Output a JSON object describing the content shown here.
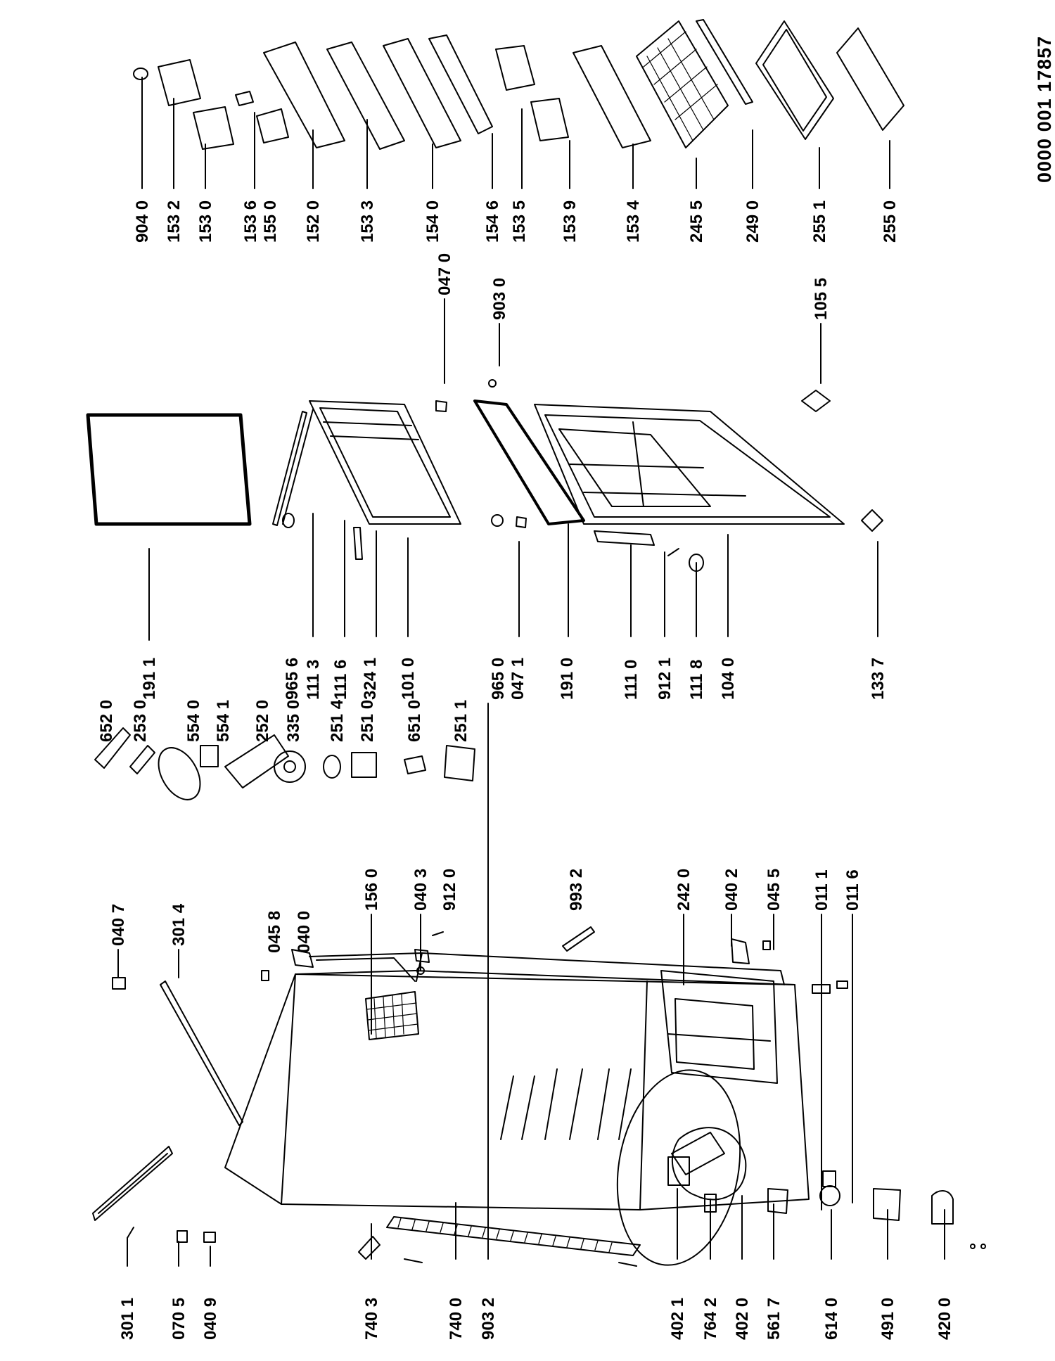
{
  "document_number": "0000 001 17857",
  "parts": [
    {
      "id": "p-301-1",
      "label": "301 1"
    },
    {
      "id": "p-070-5",
      "label": "070 5"
    },
    {
      "id": "p-040-9",
      "label": "040 9"
    },
    {
      "id": "p-740-3",
      "label": "740 3"
    },
    {
      "id": "p-740-0",
      "label": "740 0"
    },
    {
      "id": "p-903-2",
      "label": "903 2"
    },
    {
      "id": "p-402-1",
      "label": "402 1"
    },
    {
      "id": "p-764-2",
      "label": "764 2"
    },
    {
      "id": "p-402-0",
      "label": "402 0"
    },
    {
      "id": "p-561-7",
      "label": "561 7"
    },
    {
      "id": "p-614-0",
      "label": "614 0"
    },
    {
      "id": "p-491-0",
      "label": "491 0"
    },
    {
      "id": "p-420-0",
      "label": "420 0"
    },
    {
      "id": "p-040-7",
      "label": "040 7"
    },
    {
      "id": "p-301-4",
      "label": "301 4"
    },
    {
      "id": "p-045-8",
      "label": "045 8"
    },
    {
      "id": "p-040-0",
      "label": "040 0"
    },
    {
      "id": "p-156-0",
      "label": "156 0"
    },
    {
      "id": "p-040-3",
      "label": "040 3"
    },
    {
      "id": "p-912-0",
      "label": "912 0"
    },
    {
      "id": "p-993-2",
      "label": "993 2"
    },
    {
      "id": "p-242-0",
      "label": "242 0"
    },
    {
      "id": "p-040-2",
      "label": "040 2"
    },
    {
      "id": "p-045-5",
      "label": "045 5"
    },
    {
      "id": "p-011-1",
      "label": "011 1"
    },
    {
      "id": "p-011-6",
      "label": "011 6"
    },
    {
      "id": "p-652-0",
      "label": "652 0"
    },
    {
      "id": "p-253-0",
      "label": "253 0"
    },
    {
      "id": "p-554-0",
      "label": "554 0"
    },
    {
      "id": "p-554-1",
      "label": "554 1"
    },
    {
      "id": "p-252-0",
      "label": "252 0"
    },
    {
      "id": "p-335-0",
      "label": "335 0"
    },
    {
      "id": "p-251-4",
      "label": "251 4"
    },
    {
      "id": "p-251-0",
      "label": "251 0"
    },
    {
      "id": "p-651-0",
      "label": "651 0"
    },
    {
      "id": "p-251-1",
      "label": "251 1"
    },
    {
      "id": "p-191-1",
      "label": "191 1"
    },
    {
      "id": "p-965-6",
      "label": "965 6"
    },
    {
      "id": "p-111-3",
      "label": "111 3"
    },
    {
      "id": "p-111-6",
      "label": "111 6"
    },
    {
      "id": "p-324-1",
      "label": "324 1"
    },
    {
      "id": "p-101-0",
      "label": "101 0"
    },
    {
      "id": "p-965-0",
      "label": "965 0"
    },
    {
      "id": "p-047-1",
      "label": "047 1"
    },
    {
      "id": "p-191-0",
      "label": "191 0"
    },
    {
      "id": "p-111-0",
      "label": "111 0"
    },
    {
      "id": "p-912-1",
      "label": "912 1"
    },
    {
      "id": "p-111-8",
      "label": "111 8"
    },
    {
      "id": "p-104-0",
      "label": "104 0"
    },
    {
      "id": "p-133-7",
      "label": "133 7"
    },
    {
      "id": "p-047-0",
      "label": "047 0"
    },
    {
      "id": "p-903-0",
      "label": "903 0"
    },
    {
      "id": "p-105-5",
      "label": "105 5"
    },
    {
      "id": "p-904-0",
      "label": "904 0"
    },
    {
      "id": "p-153-2",
      "label": "153 2"
    },
    {
      "id": "p-153-0",
      "label": "153 0"
    },
    {
      "id": "p-153-6",
      "label": "153 6"
    },
    {
      "id": "p-155-0",
      "label": "155 0"
    },
    {
      "id": "p-152-0",
      "label": "152 0"
    },
    {
      "id": "p-153-3",
      "label": "153 3"
    },
    {
      "id": "p-154-0",
      "label": "154 0"
    },
    {
      "id": "p-154-6",
      "label": "154 6"
    },
    {
      "id": "p-153-5",
      "label": "153 5"
    },
    {
      "id": "p-153-9",
      "label": "153 9"
    },
    {
      "id": "p-153-4",
      "label": "153 4"
    },
    {
      "id": "p-245-5",
      "label": "245 5"
    },
    {
      "id": "p-249-0",
      "label": "249 0"
    },
    {
      "id": "p-255-1",
      "label": "255 1"
    },
    {
      "id": "p-255-0",
      "label": "255 0"
    }
  ]
}
